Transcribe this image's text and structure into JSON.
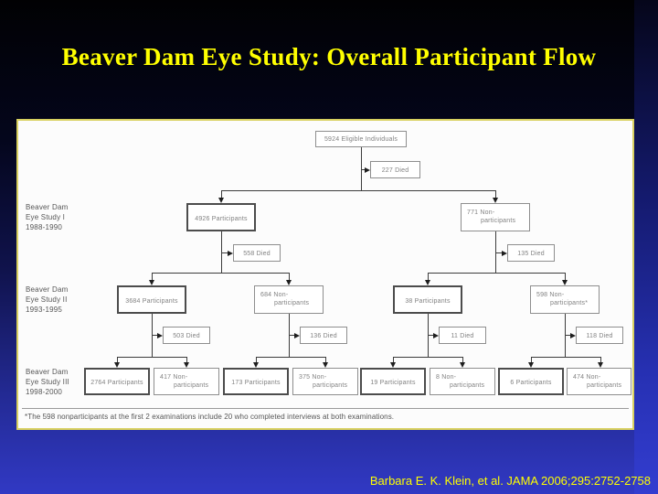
{
  "slide": {
    "title": "Beaver Dam Eye Study: Overall Participant Flow",
    "citation": "Barbara E. K. Klein, et al. JAMA 2006;295:2752-2758"
  },
  "figure": {
    "footnote": "*The 598 nonparticipants at the first 2 examinations include 20 who completed interviews at both examinations.",
    "stage_labels": [
      {
        "line1": "Beaver Dam",
        "line2": "Eye Study I",
        "line3": "1988-1990"
      },
      {
        "line1": "Beaver Dam",
        "line2": "Eye Study II",
        "line3": "1993-1995"
      },
      {
        "line1": "Beaver Dam",
        "line2": "Eye Study III",
        "line3": "1998-2000"
      }
    ],
    "nodes": {
      "eligible": {
        "line1": "5924 Eligible Individuals"
      },
      "died227": {
        "line1": "227 Died"
      },
      "p4926": {
        "line1": "4926 Participants"
      },
      "np771": {
        "line1": "771 Non-",
        "line2": "participants"
      },
      "died558": {
        "line1": "558 Died"
      },
      "died135": {
        "line1": "135 Died"
      },
      "p3684": {
        "line1": "3684 Participants"
      },
      "np684": {
        "line1": "684 Non-",
        "line2": "participants"
      },
      "p38": {
        "line1": "38 Participants"
      },
      "np598": {
        "line1": "598 Non-",
        "line2": "participants*"
      },
      "died503": {
        "line1": "503 Died"
      },
      "died136": {
        "line1": "136 Died"
      },
      "died11": {
        "line1": "11 Died"
      },
      "died118": {
        "line1": "118 Died"
      },
      "p2764": {
        "line1": "2764 Participants"
      },
      "np417": {
        "line1": "417 Non-",
        "line2": "participants"
      },
      "p173": {
        "line1": "173 Participants"
      },
      "np375": {
        "line1": "375 Non-",
        "line2": "participants"
      },
      "p19": {
        "line1": "19 Participants"
      },
      "np8": {
        "line1": "8 Non-",
        "line2": "participants"
      },
      "p6": {
        "line1": "6 Participants"
      },
      "np474": {
        "line1": "474 Non-",
        "line2": "participants"
      }
    }
  },
  "colors": {
    "title_text": "#ffff00",
    "citation_text": "#ffff00",
    "panel_border": "#d8d060",
    "panel_bg": "#fcfcfc",
    "background_top": "#010103",
    "background_bottom": "#3139c4"
  }
}
